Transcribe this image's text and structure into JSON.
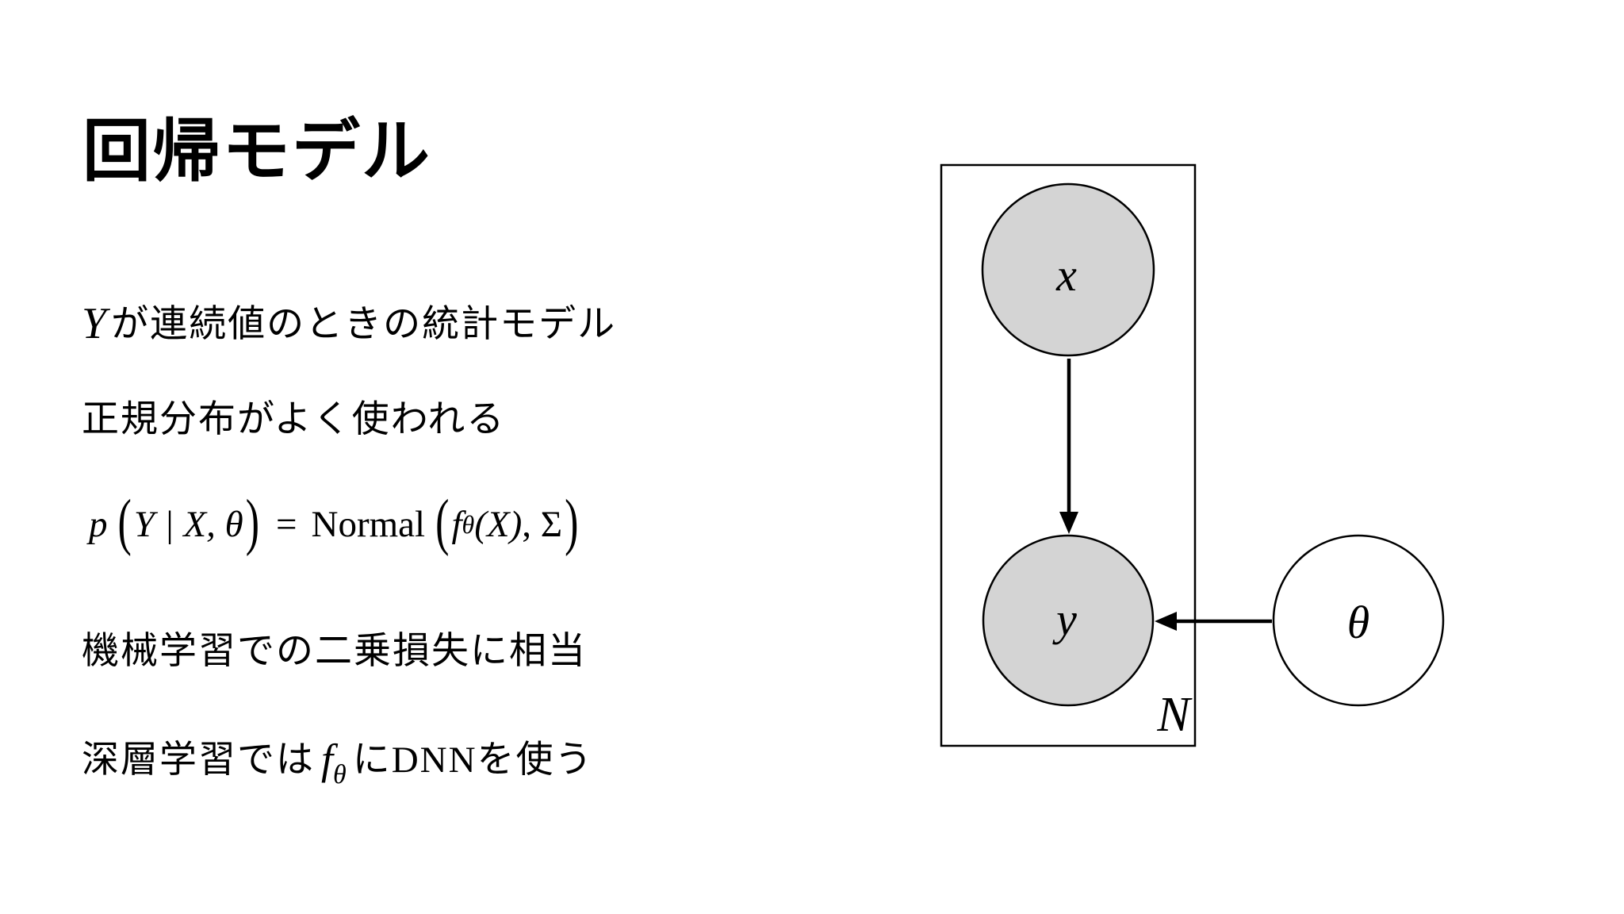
{
  "title": "回帰モデル",
  "body": {
    "line1_math": "Y",
    "line1_text": "が連続値のときの統計モデル",
    "line2_text": "正規分布がよく使われる",
    "line4_text": "機械学習での二乗損失に相当",
    "line5_pre": "深層学習では",
    "line5_math": "f",
    "line5_sub": "θ",
    "line5_post": "にDNNを使う"
  },
  "formula": {
    "p": "p",
    "paren_open": "(",
    "paren_close": ")",
    "lhs_args": "Y | X, θ",
    "equals": "=",
    "func": "Normal",
    "f": "f",
    "f_sub": "θ",
    "inner_args": "(X)",
    "comma_sigma": ", Σ"
  },
  "diagram": {
    "node_x_label": "x",
    "node_y_label": "y",
    "node_theta_label": "θ",
    "plate_count_label": "N",
    "colors": {
      "node_fill": "#d4d4d4",
      "stroke": "#000000",
      "background": "#ffffff"
    }
  }
}
